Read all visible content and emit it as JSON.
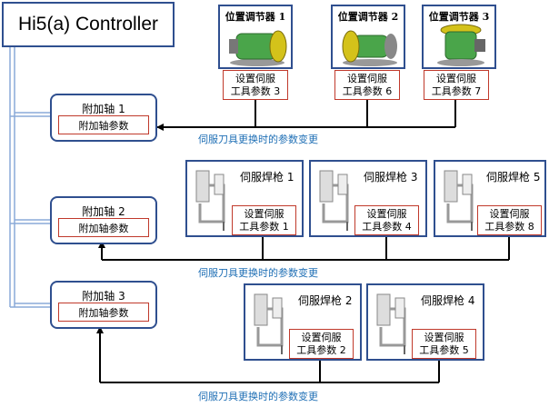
{
  "controller": {
    "title": "Hi5(a) Controller"
  },
  "axes": [
    {
      "title": "附加轴 1",
      "param": "附加轴参数"
    },
    {
      "title": "附加轴 2",
      "param": "附加轴参数"
    },
    {
      "title": "附加轴 3",
      "param": "附加轴参数"
    }
  ],
  "positioners": [
    {
      "title": "位置调节器 1",
      "param_line1": "设置伺服",
      "param_line2": "工具参数 3"
    },
    {
      "title": "位置调节器 2",
      "param_line1": "设置伺服",
      "param_line2": "工具参数 6"
    },
    {
      "title": "位置调节器 3",
      "param_line1": "设置伺服",
      "param_line2": "工具参数 7"
    }
  ],
  "guns_row1": [
    {
      "title": "伺服焊枪 1",
      "param_line1": "设置伺服",
      "param_line2": "工具参数 1"
    },
    {
      "title": "伺服焊枪 3",
      "param_line1": "设置伺服",
      "param_line2": "工具参数 4"
    },
    {
      "title": "伺服焊枪 5",
      "param_line1": "设置伺服",
      "param_line2": "工具参数 8"
    }
  ],
  "guns_row2": [
    {
      "title": "伺服焊枪 2",
      "param_line1": "设置伺服",
      "param_line2": "工具参数 2"
    },
    {
      "title": "伺服焊枪 4",
      "param_line1": "设置伺服",
      "param_line2": "工具参数 5"
    }
  ],
  "notes": [
    "伺服刀具更换时的参数变更",
    "伺服刀具更换时的参数变更",
    "伺服刀具更换时的参数变更"
  ],
  "colors": {
    "box_border": "#2f4f8f",
    "param_border": "#c0392b",
    "note": "#1f6fb5",
    "bus": "#8aaad8"
  }
}
